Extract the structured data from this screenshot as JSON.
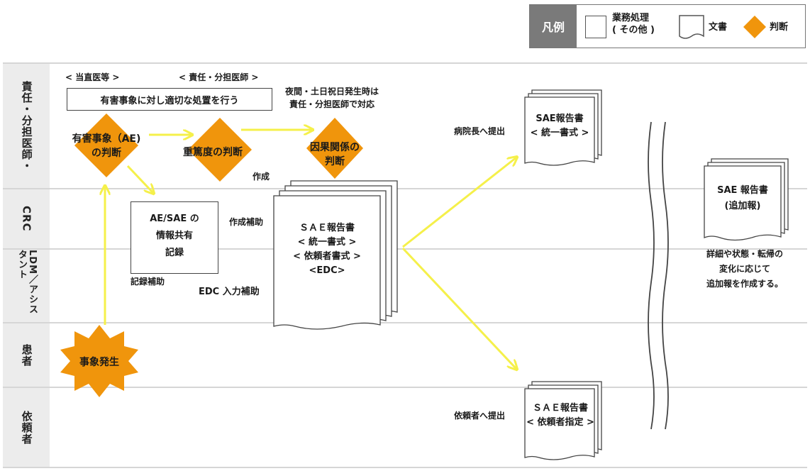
{
  "legend": {
    "title": "凡例",
    "process_line1": "業務処理",
    "process_line2": "( その他 )",
    "document": "文書",
    "decision": "判断"
  },
  "lanes": [
    {
      "id": "responsible",
      "label": "責任・分担医師・"
    },
    {
      "id": "crc",
      "label": "CRC"
    },
    {
      "id": "ldm",
      "label": "LDM／アシスタント"
    },
    {
      "id": "patient",
      "label": "患者"
    },
    {
      "id": "sponsor",
      "label": "依頼者"
    }
  ],
  "labels": {
    "attending": "< 当直医等 >",
    "responsible_sub": "< 責任・分担医師 >",
    "night_line1": "夜間・土日祝日発生時は",
    "night_line2": "責任・分担医師で対応",
    "create": "作成",
    "create_assist": "作成補助",
    "record_assist": "記録補助",
    "edc_assist": "EDC 入力補助",
    "to_director": "病院長へ提出",
    "to_sponsor": "依頼者へ提出",
    "followup_line1": "詳細や状態・転帰の",
    "followup_line2": "変化に応じて",
    "followup_line3": "追加報を作成する。"
  },
  "nodes": {
    "treat_box": "有害事象に対し適切な処置を行う",
    "ae_judgement_line1": "有害事象（AE)",
    "ae_judgement_line2": "の判断",
    "severity": "重篤度の判断",
    "causality_line1": "因果関係の",
    "causality_line2": "判断",
    "info_line1": "AE/SAE の",
    "info_line2": "情報共有",
    "info_line3": "記録",
    "event": "事象発生",
    "main_doc_line1": "ＳＡＥ報告書",
    "main_doc_line2": "< 統一書式 >",
    "main_doc_line3": "< 依頼者書式 >",
    "main_doc_line4": "<EDC>",
    "director_doc_line1": "SAE報告書",
    "director_doc_line2": "< 統一書式 >",
    "sponsor_doc_line1": "ＳＡＥ報告書",
    "sponsor_doc_line2": "< 依頼者指定 >",
    "followup_doc_line1": "SAE 報告書",
    "followup_doc_line2": "(追加報)"
  },
  "colors": {
    "diamond": "#f0950c",
    "arrow": "#f5f04a",
    "lane_band": "#ececec",
    "lane_line": "#d6d6d6",
    "legend_head": "#7a7a7a"
  }
}
